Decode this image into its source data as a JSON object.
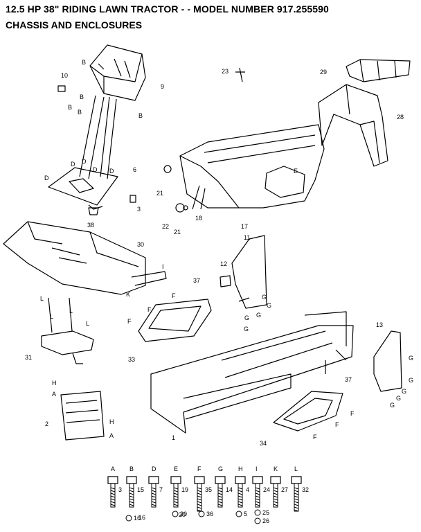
{
  "header": {
    "title": "12.5 HP 38\" RIDING LAWN TRACTOR - - MODEL NUMBER 917.255590",
    "subtitle": "CHASSIS AND ENCLOSURES"
  },
  "callouts": [
    "1",
    "2",
    "3",
    "6",
    "9",
    "10",
    "11",
    "12",
    "13",
    "16",
    "17",
    "18",
    "20",
    "21",
    "21",
    "22",
    "23",
    "28",
    "29",
    "30",
    "31",
    "33",
    "34",
    "37",
    "37",
    "38"
  ],
  "letters": [
    "B",
    "B",
    "B",
    "B",
    "B",
    "D",
    "D",
    "D",
    "D",
    "D",
    "E",
    "F",
    "F",
    "F",
    "F",
    "F",
    "F",
    "G",
    "G",
    "G",
    "G",
    "G",
    "G",
    "G",
    "G",
    "G",
    "G",
    "H",
    "H",
    "A",
    "A",
    "I",
    "K",
    "L",
    "L",
    "L",
    "L"
  ],
  "hardware": [
    {
      "letter": "A",
      "part": "3"
    },
    {
      "letter": "B",
      "part": "15"
    },
    {
      "letter": "D",
      "part": "7"
    },
    {
      "letter": "E",
      "part": "19"
    },
    {
      "letter": "F",
      "part": "35"
    },
    {
      "letter": "G",
      "part": "14"
    },
    {
      "letter": "H",
      "part": "4"
    },
    {
      "letter": "I",
      "part": "24"
    },
    {
      "letter": "K",
      "part": "27"
    },
    {
      "letter": "L",
      "part": "32"
    }
  ],
  "nuts": [
    "16",
    "20",
    "36",
    "5",
    "25",
    "26"
  ]
}
